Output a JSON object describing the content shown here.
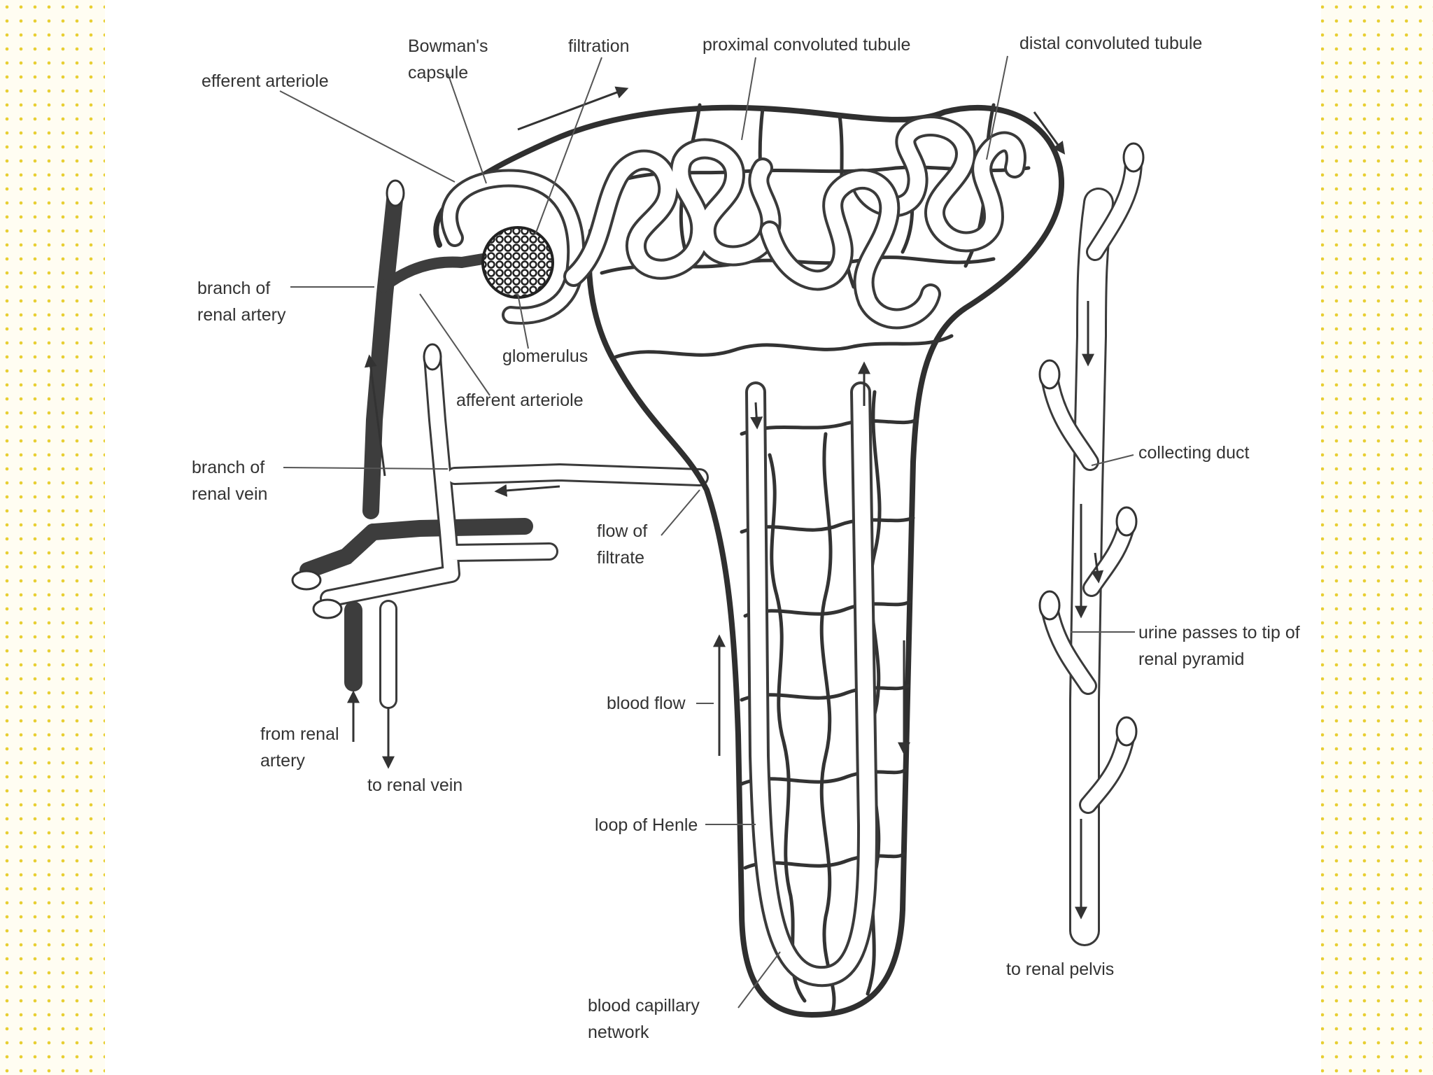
{
  "labels": {
    "bowmans_capsule_1": "Bowman's",
    "bowmans_capsule_2": "capsule",
    "filtration": "filtration",
    "proximal_convoluted_tubule": "proximal convoluted tubule",
    "distal_convoluted_tubule": "distal convoluted tubule",
    "efferent_arteriole": "efferent arteriole",
    "branch_renal_artery_1": "branch of",
    "branch_renal_artery_2": "renal artery",
    "glomerulus": "glomerulus",
    "afferent_arteriole": "afferent arteriole",
    "branch_renal_vein_1": "branch of",
    "branch_renal_vein_2": "renal vein",
    "collecting_duct": "collecting duct",
    "flow_of_filtrate_1": "flow of",
    "flow_of_filtrate_2": "filtrate",
    "urine_passes_1": "urine passes to tip of",
    "urine_passes_2": "renal pyramid",
    "blood_flow": "blood flow",
    "from_renal_artery_1": "from renal",
    "from_renal_artery_2": "artery",
    "to_renal_vein": "to renal vein",
    "loop_of_henle": "loop of Henle",
    "to_renal_pelvis": "to renal pelvis",
    "blood_capillary_network_1": "blood capillary",
    "blood_capillary_network_2": "network"
  },
  "colors": {
    "border_dots": "#e8cf33",
    "ink": "#333333",
    "background": "#ffffff"
  }
}
